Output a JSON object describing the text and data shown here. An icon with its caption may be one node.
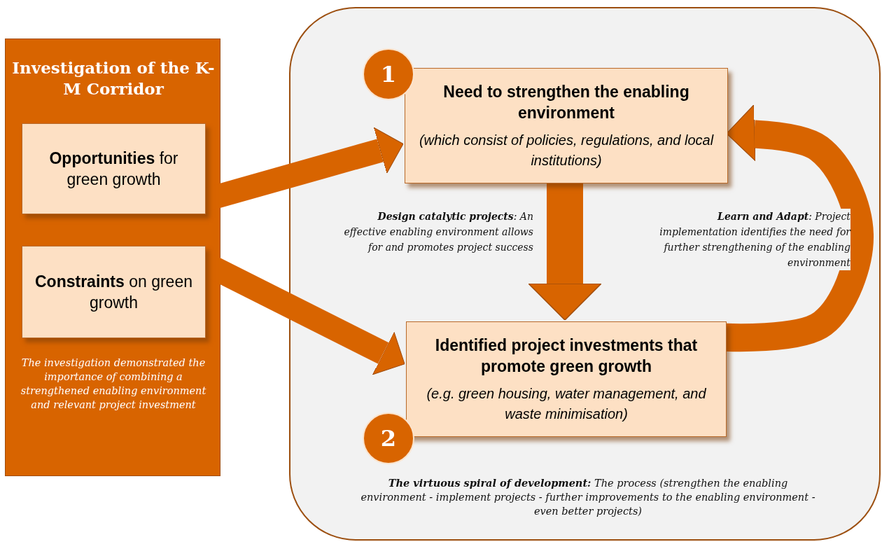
{
  "diagram": {
    "nodes": [
      {
        "text": [
          "Investigation of the K-M Corridor",
          "The investigation demonstrated the importance of combining a strengthened enabling environment and relevant project investment"
        ]
      },
      {
        "text": [
          "**Opportunities** for green growth"
        ],
        "in": 0
      },
      {
        "text": [
          "**Constraints** on green growth"
        ],
        "in": 0
      },
      {
        "text": [
          "**The virtuous spiral of development:** The process (strengthen the enabling environment - implement projects - further improvements to the enabling environment - even better projects)"
        ]
      },
      {
        "text": [
          "1"
        ],
        "in": 3
      },
      {
        "text": [
          "Need to strengthen the enabling environment",
          "(which consist of policies, regulations, and local institutions)"
        ],
        "in": 3
      },
      {
        "text": [
          "Identified project investments that promote green growth",
          "(e.g. green housing, water management, and waste minimisation)"
        ],
        "in": 3
      },
      {
        "text": [
          "2"
        ],
        "in": 3
      }
    ],
    "edges": [
      {
        "from": 1,
        "to": 5,
        "arrow": "to"
      },
      {
        "from": 2,
        "to": 6,
        "arrow": "to"
      },
      {
        "from": 5,
        "to": 6,
        "arrow": "to",
        "label": "**Design catalytic projects**: An effective enabling environment allows for and promotes project success"
      },
      {
        "from": 6,
        "to": 5,
        "arrow": "to",
        "label": "**Learn and Adapt**: Project implementation identifies the need for further strengthening of the enabling environment"
      }
    ]
  }
}
